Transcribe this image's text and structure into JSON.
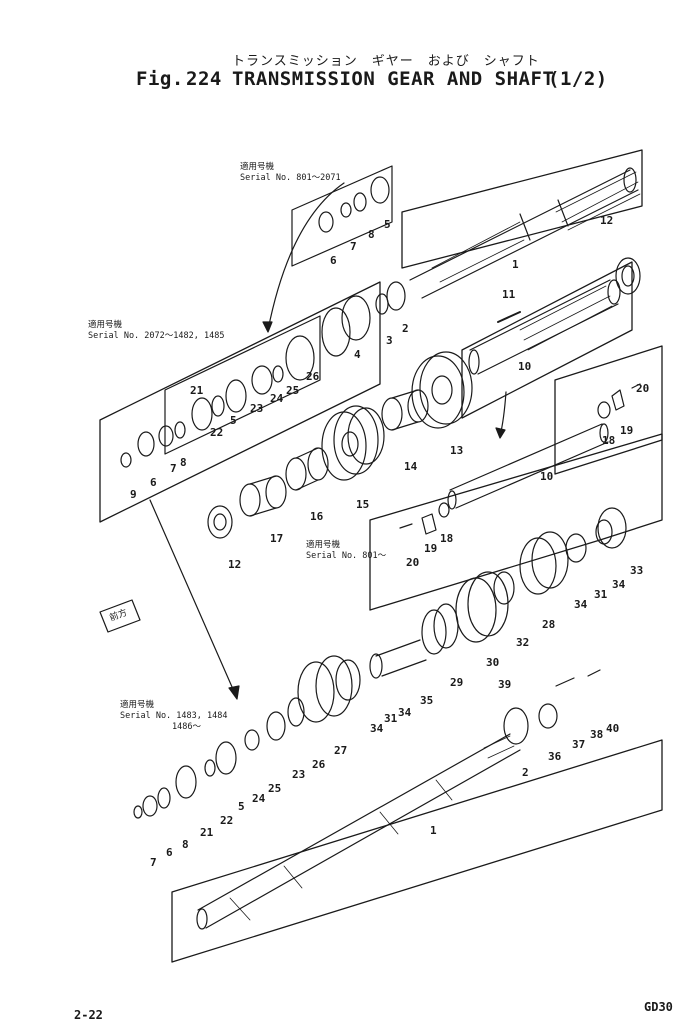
{
  "header": {
    "title_jp": "トランスミッション　ギヤー　および　シャフト",
    "fig_label": "Fig.",
    "fig_number": "224",
    "title_en": "TRANSMISSION GEAR AND SHAFT",
    "page_fraction": "(1/2)"
  },
  "notes": [
    {
      "jp": "適用号機",
      "serial": "Serial No. 801～2071"
    },
    {
      "jp": "適用号機",
      "serial": "Serial No. 2072～1482, 1485"
    },
    {
      "jp": "適用号機",
      "serial": "Serial No. 801～"
    },
    {
      "jp": "適用号機",
      "serial": "Serial No. 1483, 1484",
      "extra": "1486～"
    }
  ],
  "direction_tag": "前方",
  "callouts": [
    "1",
    "2",
    "3",
    "4",
    "5",
    "6",
    "7",
    "8",
    "9",
    "10",
    "11",
    "12",
    "13",
    "14",
    "15",
    "16",
    "17",
    "18",
    "19",
    "20",
    "21",
    "22",
    "23",
    "24",
    "25",
    "26",
    "27",
    "28",
    "29",
    "30",
    "31",
    "32",
    "33",
    "34",
    "35",
    "36",
    "37",
    "38",
    "39",
    "40"
  ],
  "footer": {
    "page_number": "2-22",
    "model": "GD30"
  }
}
